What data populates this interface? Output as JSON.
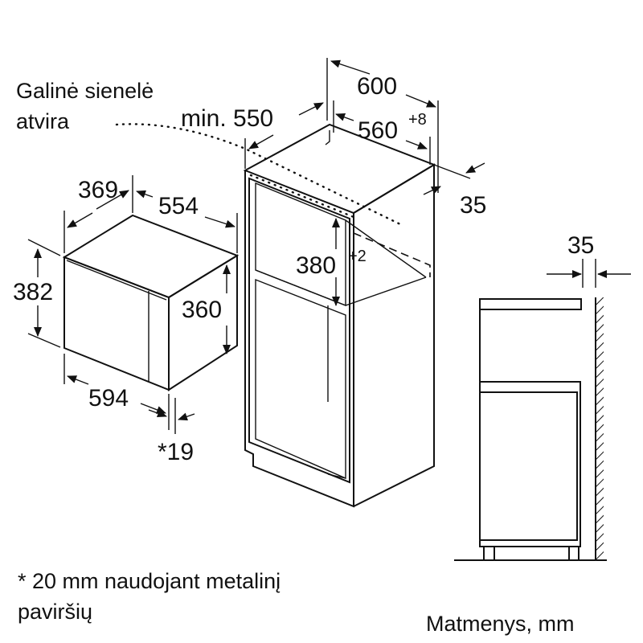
{
  "annotation": {
    "line1": "Galinė sienelė",
    "line2": "atvira"
  },
  "dimensions": {
    "cabinet_width": "600",
    "cabinet_depth": "min. 550",
    "niche_width": "560",
    "niche_width_tol": "+8",
    "rear_gap": "35",
    "niche_height": "380",
    "niche_height_tol": "+2",
    "appliance_depth": "369",
    "appliance_width_back": "554",
    "appliance_height_total": "382",
    "appliance_height_body": "360",
    "appliance_width_front": "594",
    "front_projection": "*19",
    "side_gap": "35"
  },
  "footnote": {
    "line1": "* 20 mm naudojant metalinį",
    "line2": "paviršių"
  },
  "units_label": "Matmenys, mm"
}
